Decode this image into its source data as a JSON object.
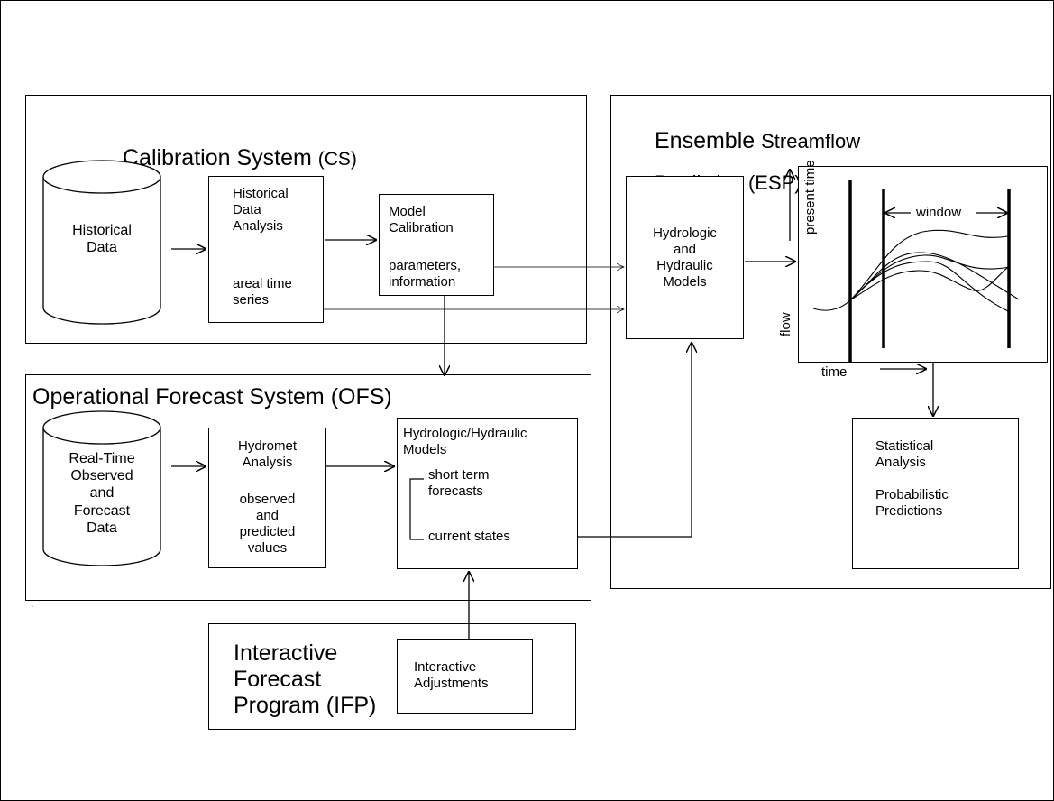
{
  "systems": {
    "cs": {
      "title_main": "Calibration System ",
      "title_abbr": "(CS)",
      "historical_data": "Historical\nData",
      "hda_title": "Historical\nData\nAnalysis",
      "hda_detail": "areal time\nseries",
      "calib_title": "Model\nCalibration",
      "calib_detail": "parameters,\ninformation"
    },
    "ofs": {
      "title": "Operational Forecast System (OFS)",
      "rt_data": "Real-Time\nObserved\nand\nForecast\nData",
      "hydromet_title": "Hydromet\nAnalysis",
      "hydromet_detail": "observed\nand\npredicted\nvalues",
      "hh_title": "Hydrologic/Hydraulic\nModels",
      "hh_short": "short term\nforecasts",
      "hh_current": "current states"
    },
    "ifp": {
      "title": "Interactive\nForecast\nProgram (IFP)",
      "adjustments": "Interactive\nAdjustments"
    },
    "esp": {
      "title_word1": "Ensemble ",
      "title_rest": "Streamflow",
      "title_line2": "Prediction (ESP) System",
      "models": "Hydrologic\nand\nHydraulic\nModels",
      "stats": "Statistical\nAnalysis\n\nProbabilistic\nPredictions"
    }
  },
  "plot": {
    "present_time_label": "present time",
    "window_label": "window",
    "flow_label": "flow",
    "time_label": "time"
  },
  "footnote": "."
}
